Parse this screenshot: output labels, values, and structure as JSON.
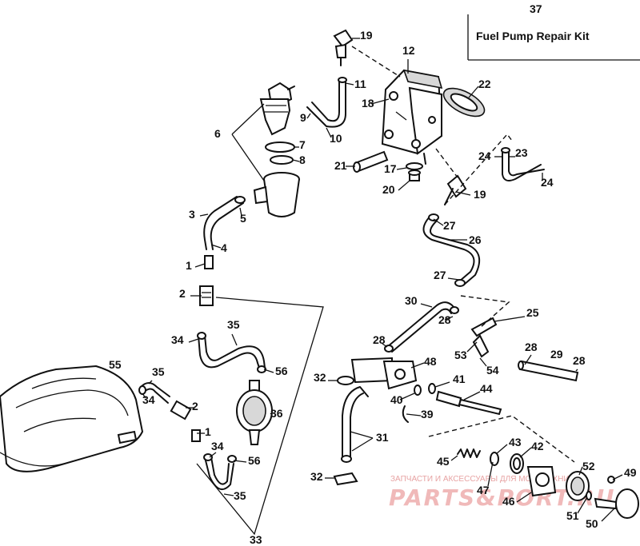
{
  "kit": {
    "number": "37",
    "title": "Fuel Pump Repair Kit"
  },
  "callouts": [
    "19",
    "11",
    "12",
    "22",
    "18",
    "9",
    "10",
    "6",
    "7",
    "8",
    "21",
    "17",
    "20",
    "24",
    "23",
    "24",
    "19",
    "3",
    "5",
    "4",
    "27",
    "26",
    "1",
    "27",
    "2",
    "30",
    "25",
    "28",
    "34",
    "35",
    "56",
    "28",
    "28",
    "29",
    "28",
    "53",
    "54",
    "55",
    "32",
    "48",
    "41",
    "35",
    "40",
    "44",
    "34",
    "2",
    "39",
    "36",
    "1",
    "31",
    "43",
    "42",
    "45",
    "34",
    "56",
    "32",
    "52",
    "49",
    "47",
    "46",
    "35",
    "51",
    "50",
    "33"
  ],
  "watermark": {
    "top_text": "ЗАПЧАСТИ И АКСЕССУАРЫ ДЛЯ МОТОТЕХНИКИ",
    "logo_text": "PARTS&PORT.RU"
  }
}
